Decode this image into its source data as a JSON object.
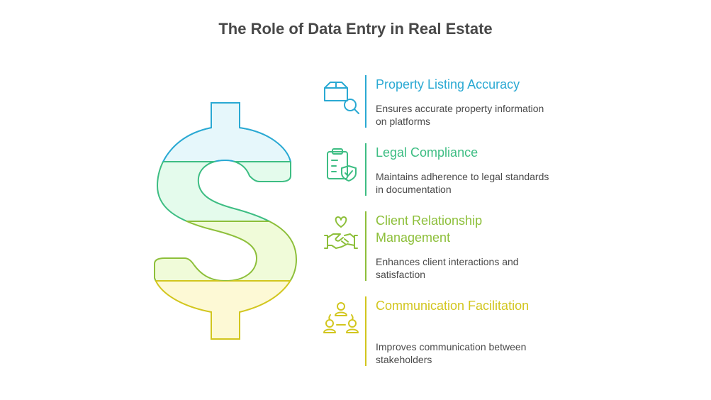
{
  "title": "The Role of Data Entry in Real Estate",
  "colors": {
    "blue": "#2aa9d3",
    "green": "#3dbd83",
    "lime": "#8dbf3a",
    "yellow": "#d2c61e",
    "band_fills": [
      "#e6f7fb",
      "#e4fbec",
      "#f0fbd9",
      "#fdf9d5"
    ]
  },
  "items": [
    {
      "heading": "Property Listing Accuracy",
      "description": "Ensures accurate property information on platforms",
      "icon": "box-search-icon"
    },
    {
      "heading": "Legal Compliance",
      "description": "Maintains adherence to legal standards in documentation",
      "icon": "clipboard-shield-icon"
    },
    {
      "heading": "Client Relationship Management",
      "description": "Enhances client interactions and satisfaction",
      "icon": "handshake-heart-icon"
    },
    {
      "heading": "Communication Facilitation",
      "description": "Improves communication between stakeholders",
      "icon": "people-network-icon"
    }
  ]
}
